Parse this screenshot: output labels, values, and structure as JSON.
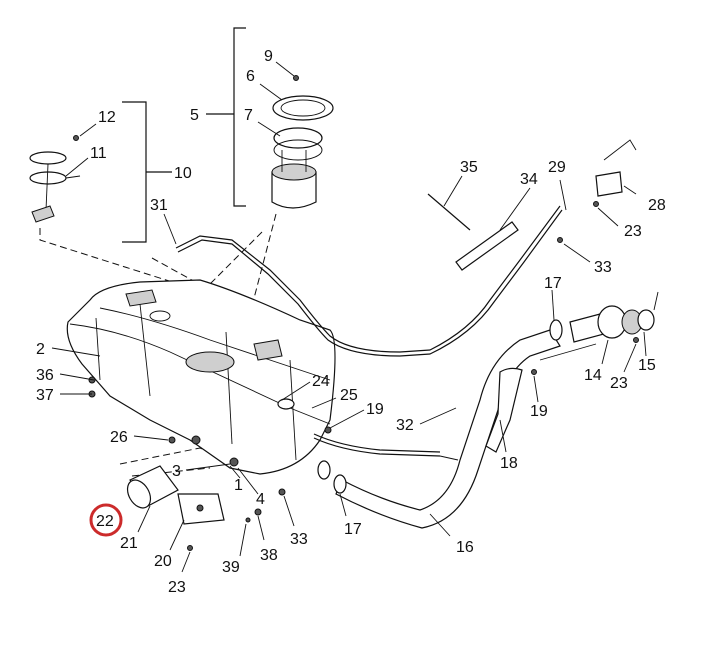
{
  "diagram": {
    "labels": [
      {
        "id": "l9",
        "text": "9"
      },
      {
        "id": "l6",
        "text": "6"
      },
      {
        "id": "l5",
        "text": "5"
      },
      {
        "id": "l7",
        "text": "7"
      },
      {
        "id": "l12",
        "text": "12"
      },
      {
        "id": "l11",
        "text": "11"
      },
      {
        "id": "l10",
        "text": "10"
      },
      {
        "id": "l31",
        "text": "31"
      },
      {
        "id": "l35",
        "text": "35"
      },
      {
        "id": "l34",
        "text": "34"
      },
      {
        "id": "l29",
        "text": "29"
      },
      {
        "id": "l28",
        "text": "28"
      },
      {
        "id": "l23a",
        "text": "23"
      },
      {
        "id": "l33a",
        "text": "33"
      },
      {
        "id": "l17a",
        "text": "17"
      },
      {
        "id": "l2",
        "text": "2"
      },
      {
        "id": "l36",
        "text": "36"
      },
      {
        "id": "l37",
        "text": "37"
      },
      {
        "id": "l24",
        "text": "24"
      },
      {
        "id": "l25",
        "text": "25"
      },
      {
        "id": "l19a",
        "text": "19"
      },
      {
        "id": "l19b",
        "text": "19"
      },
      {
        "id": "l14",
        "text": "14"
      },
      {
        "id": "l23b",
        "text": "23"
      },
      {
        "id": "l15",
        "text": "15"
      },
      {
        "id": "l32",
        "text": "32"
      },
      {
        "id": "l18",
        "text": "18"
      },
      {
        "id": "l26",
        "text": "26"
      },
      {
        "id": "l3",
        "text": "3"
      },
      {
        "id": "l1",
        "text": "1"
      },
      {
        "id": "l4",
        "text": "4"
      },
      {
        "id": "l33b",
        "text": "33"
      },
      {
        "id": "l17b",
        "text": "17"
      },
      {
        "id": "l16",
        "text": "16"
      },
      {
        "id": "l22",
        "text": "22"
      },
      {
        "id": "l21",
        "text": "21"
      },
      {
        "id": "l20",
        "text": "20"
      },
      {
        "id": "l23c",
        "text": "23"
      },
      {
        "id": "l39",
        "text": "39"
      },
      {
        "id": "l38",
        "text": "38"
      }
    ],
    "highlight": {
      "label": "22",
      "color": "#cc2b2b"
    },
    "line_color": "#111111"
  }
}
